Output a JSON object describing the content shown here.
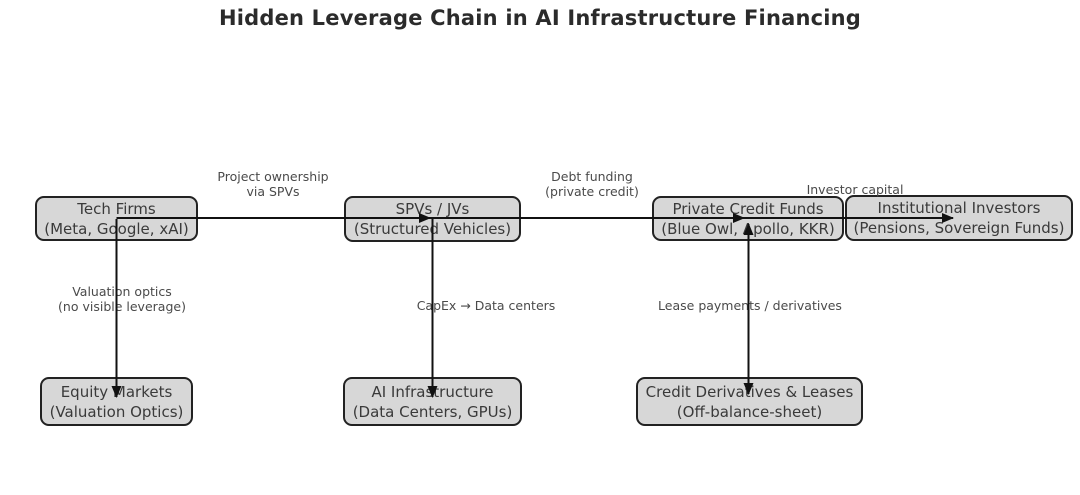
{
  "title": "Hidden Leverage Chain in AI Infrastructure Financing",
  "diagram": {
    "nodes": [
      {
        "id": "tech-firms",
        "label": "Tech Firms",
        "sublabel": "(Meta, Google, xAI)"
      },
      {
        "id": "spvs-jvs",
        "label": "SPVs / JVs",
        "sublabel": "(Structured Vehicles)"
      },
      {
        "id": "private-credit-funds",
        "label": "Private Credit Funds",
        "sublabel": "(Blue Owl, Apollo, KKR)"
      },
      {
        "id": "institutional-investors",
        "label": "Institutional Investors",
        "sublabel": "(Pensions, Sovereign Funds)"
      },
      {
        "id": "equity-markets",
        "label": "Equity Markets",
        "sublabel": "(Valuation Optics)"
      },
      {
        "id": "ai-infrastructure",
        "label": "AI Infrastructure",
        "sublabel": "(Data Centers, GPUs)"
      },
      {
        "id": "credit-derivatives",
        "label": "Credit Derivatives & Leases",
        "sublabel": "(Off-balance-sheet)"
      }
    ],
    "edges": [
      {
        "from": "Tech Firms",
        "to": "SPVs / JVs",
        "direction": "right",
        "label_lines": [
          "Project ownership",
          "via SPVs"
        ]
      },
      {
        "from": "SPVs / JVs",
        "to": "Private Credit Funds",
        "direction": "right",
        "label_lines": [
          "Debt funding",
          "(private credit)"
        ]
      },
      {
        "from": "Private Credit Funds",
        "to": "Institutional Investors",
        "direction": "right",
        "label_lines": [
          "Investor capital"
        ]
      },
      {
        "from": "Tech Firms",
        "to": "Equity Markets",
        "direction": "down",
        "label_lines": [
          "Valuation optics",
          "(no visible leverage)"
        ]
      },
      {
        "from": "SPVs / JVs",
        "to": "AI Infrastructure",
        "direction": "down",
        "label_lines": [
          "CapEx → Data centers"
        ]
      },
      {
        "from": "Private Credit Funds",
        "to": "Credit Derivatives & Leases",
        "direction": "both",
        "label_lines": [
          "Lease payments / derivatives"
        ]
      }
    ]
  },
  "colors": {
    "background": "#ffffff",
    "node_fill": "#d7d7d7",
    "node_border": "#222222",
    "node_text": "#3a3a3a",
    "edge_line": "#111111",
    "edge_label_text": "#4a4a4a",
    "title_text": "#2b2b2b"
  }
}
